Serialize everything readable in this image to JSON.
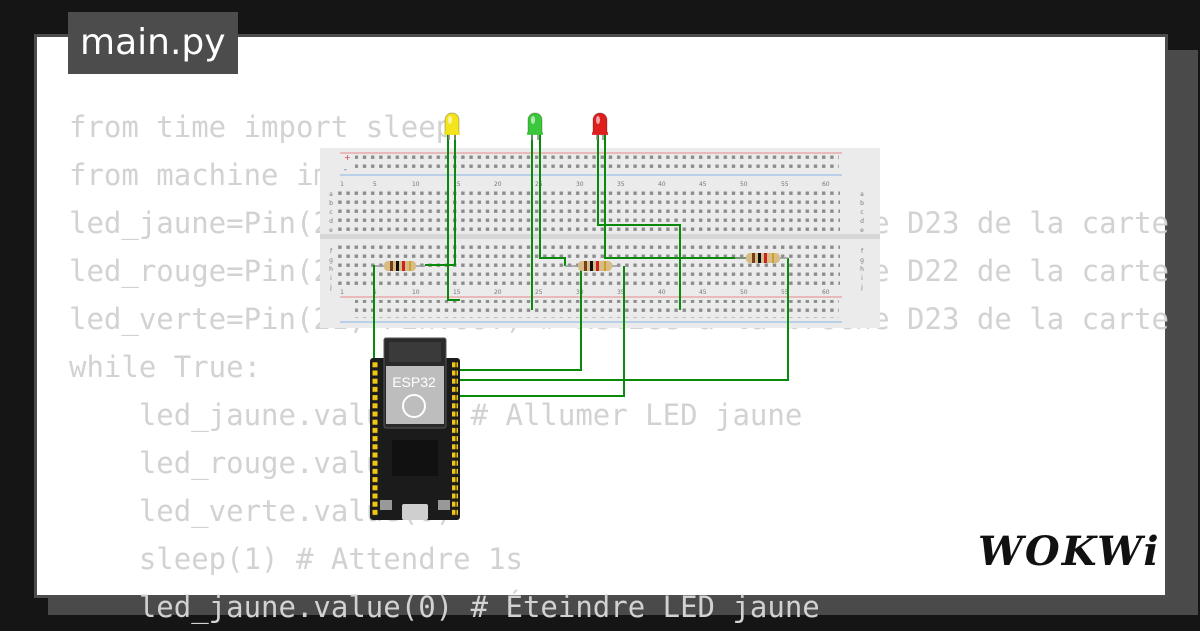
{
  "tab": {
    "filename": "main.py"
  },
  "code_lines": [
    "from time import sleep",
    "from machine import Pin",
    "led_jaune=Pin(23, Pin.OUT) # Reliée à la broche D23 de la carte",
    "led_rouge=Pin(22, Pin.OUT) # Reliée à la broche D22 de la carte",
    "led_verte=Pin(21, Pin.OUT) # Reliée à la broche D23 de la carte",
    "while True:",
    "    led_jaune.value(1) # Allumer LED jaune",
    "    led_rouge.value(0)",
    "    led_verte.value(0)",
    "    sleep(1) # Attendre 1s",
    "    led_jaune.value(0) # Éteindre LED jaune"
  ],
  "breadboard": {
    "column_labels": [
      "1",
      "5",
      "10",
      "15",
      "20",
      "25",
      "30",
      "35",
      "40",
      "45",
      "50",
      "55",
      "60"
    ],
    "row_labels_top": [
      "a",
      "b",
      "c",
      "d",
      "e"
    ],
    "row_labels_bottom": [
      "f",
      "g",
      "h",
      "i",
      "j"
    ],
    "rail_plus": "+",
    "rail_minus": "-"
  },
  "leds": [
    {
      "name": "yellow",
      "color": "#f4e41c"
    },
    {
      "name": "green",
      "color": "#3cc83c"
    },
    {
      "name": "red",
      "color": "#e01e1e"
    }
  ],
  "board": {
    "label": "ESP32",
    "pcb_color": "#1b1b1b"
  },
  "colors": {
    "wire": "#0a8a0a",
    "breadboard": "#ebebeb"
  },
  "logo": {
    "text": "WOKWi"
  }
}
